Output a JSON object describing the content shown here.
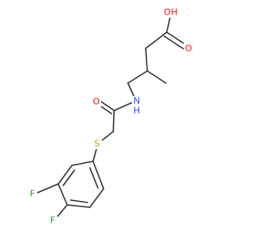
{
  "colors": {
    "bond": "#333333",
    "oxygen": "#ff0d0d",
    "nitrogen": "#3050f8",
    "sulfur": "#b8a500",
    "fluorine": "#2ca02c"
  },
  "atoms": {
    "hydroxyl": "OH",
    "carbonyl_acid_oxygen": "O",
    "amide_oxygen": "O",
    "amide_nitrogen": "N",
    "amide_hydrogen": "H",
    "sulfur": "S",
    "fluorine_3": "F",
    "fluorine_4": "F"
  }
}
